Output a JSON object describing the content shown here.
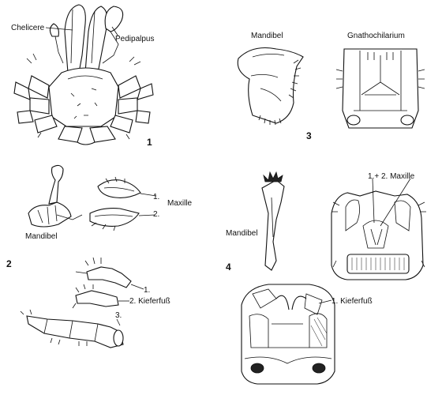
{
  "figures": {
    "fig1": {
      "number": "1",
      "labels": {
        "chelicere": "Chelicere",
        "pedipalpus": "Pedipalpus"
      }
    },
    "fig2": {
      "number": "2",
      "labels": {
        "maxille_1": "1.",
        "maxille_2": "2.",
        "maxille": "Maxille",
        "mandibel": "Mandibel",
        "kieferfuss_1": "1.",
        "kieferfuss_2": "2. Kieferfuß",
        "kieferfuss_3": "3."
      }
    },
    "fig3": {
      "number": "3",
      "labels": {
        "mandibel": "Mandibel",
        "gnathochilarium": "Gnathochilarium"
      }
    },
    "fig4": {
      "number": "4",
      "labels": {
        "mandibel": "Mandibel",
        "maxille": "1.+ 2. Maxille",
        "kieferfuss": "1. Kieferfuß"
      }
    }
  }
}
